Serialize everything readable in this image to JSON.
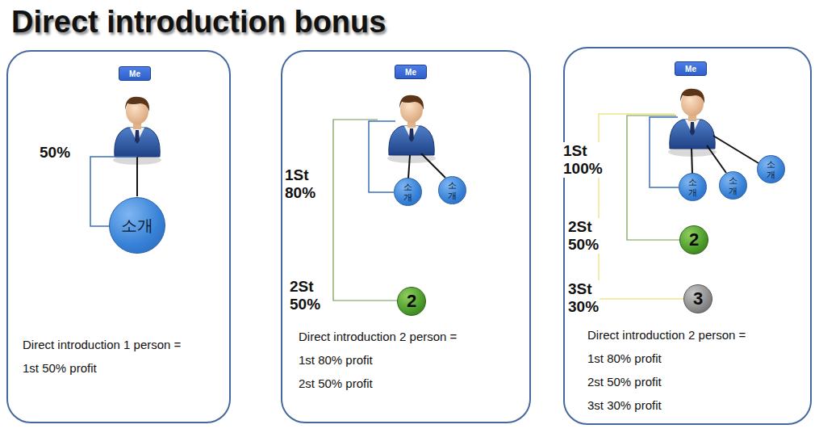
{
  "diagram": {
    "title": "Direct introduction bonus",
    "nodes": [
      {
        "text": [
          "Direct introduction 1 person =",
          "1st 50% profit"
        ]
      },
      {
        "text": [
          "Me"
        ],
        "in": 0
      },
      {
        "text": [
          "소개"
        ],
        "in": 0
      },
      {
        "text": [
          "Direct introduction 2 person =",
          "1st 80% profit",
          "2st 50% profit"
        ]
      },
      {
        "text": [
          "Me"
        ],
        "in": 3
      },
      {
        "text": [
          "소개"
        ],
        "in": 3
      },
      {
        "text": [
          "소개"
        ],
        "in": 3
      },
      {
        "text": [
          "2"
        ],
        "in": 3
      },
      {
        "text": [
          "Direct introduction 2 person =",
          "1st 80% profit",
          "2st 50% profit",
          "3st 30% profit"
        ]
      },
      {
        "text": [
          "Me"
        ],
        "in": 8
      },
      {
        "text": [
          "소개"
        ],
        "in": 8
      },
      {
        "text": [
          "소개"
        ],
        "in": 8
      },
      {
        "text": [
          "소개"
        ],
        "in": 8
      },
      {
        "text": [
          "2"
        ],
        "in": 8
      },
      {
        "text": [
          "3"
        ],
        "in": 8
      }
    ],
    "labels": [
      "50%",
      "1St 80%",
      "2St 50%",
      "1St 100%",
      "2St 50%",
      "3St 30%"
    ]
  }
}
